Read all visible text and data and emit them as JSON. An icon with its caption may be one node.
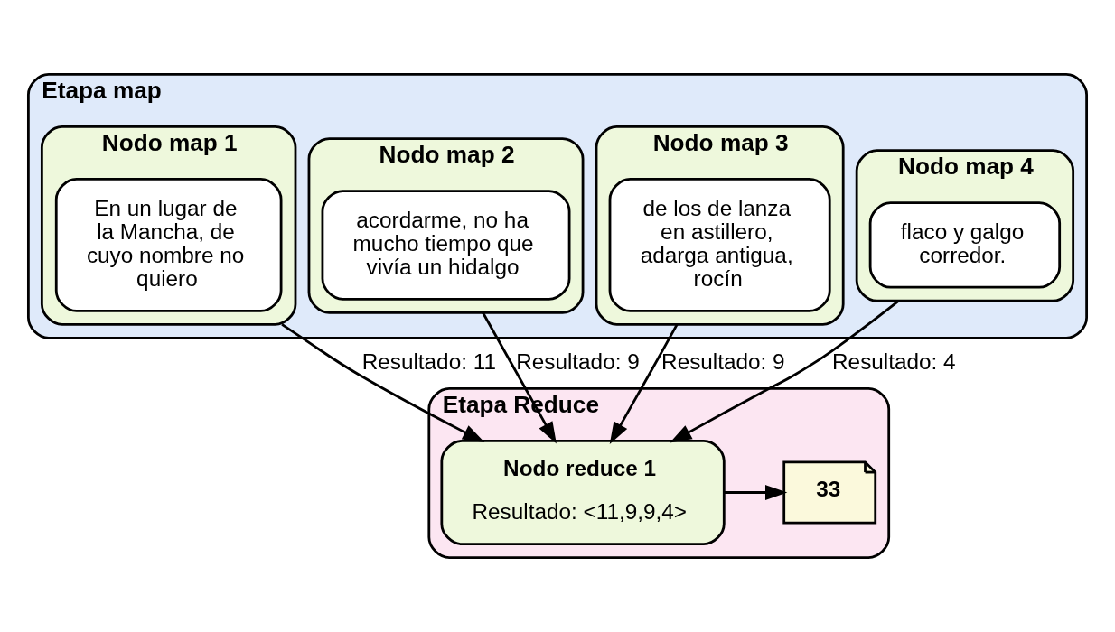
{
  "diagram": {
    "nodes": [
      {
        "text": [
          "Etapa map"
        ]
      },
      {
        "text": [
          "Nodo map 1"
        ],
        "in": 0
      },
      {
        "text": [
          "En un lugar de la Mancha, de cuyo nombre no quiero"
        ],
        "in": 1
      },
      {
        "text": [
          "Nodo map 2"
        ],
        "in": 0
      },
      {
        "text": [
          "acordarme, no ha mucho tiempo que vivía un hidalgo"
        ],
        "in": 3
      },
      {
        "text": [
          "Nodo map 3"
        ],
        "in": 0
      },
      {
        "text": [
          "de los de lanza en astillero, adarga antigua, rocín"
        ],
        "in": 5
      },
      {
        "text": [
          "Nodo map 4"
        ],
        "in": 0
      },
      {
        "text": [
          "flaco y galgo corredor."
        ],
        "in": 7
      },
      {
        "text": [
          "Etapa Reduce"
        ]
      },
      {
        "text": [
          "Nodo reduce 1",
          "Resultado: <11,9,9,4>"
        ],
        "in": 9
      },
      {
        "text": [
          "33"
        ],
        "in": 9
      }
    ],
    "edges": [
      {
        "from": 1,
        "to": 10,
        "arrow": "to",
        "label": "Resultado: 11"
      },
      {
        "from": 3,
        "to": 10,
        "arrow": "to",
        "label": "Resultado: 9"
      },
      {
        "from": 5,
        "to": 10,
        "arrow": "to",
        "label": "Resultado: 9"
      },
      {
        "from": 7,
        "to": 10,
        "arrow": "to",
        "label": "Resultado: 4"
      },
      {
        "from": 10,
        "to": 11,
        "arrow": "to"
      }
    ]
  }
}
